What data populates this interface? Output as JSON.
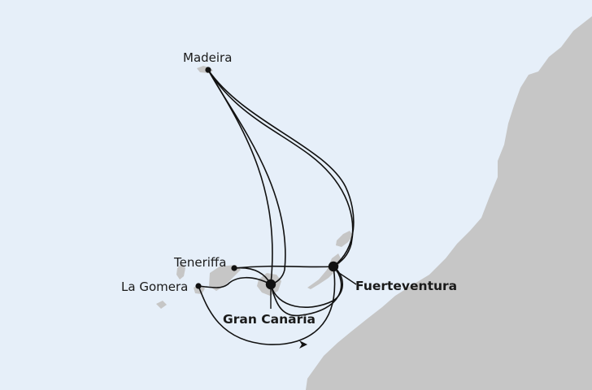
{
  "colors": {
    "sea": "#e6eff9",
    "land": "#c6c6c6",
    "route": "#111111",
    "port": "#111111",
    "label": "#1a1a1a"
  },
  "map": {
    "ports": [
      {
        "id": "madeira",
        "name": "Madeira",
        "type": "minor"
      },
      {
        "id": "teneriffa",
        "name": "Teneriffa",
        "type": "minor"
      },
      {
        "id": "la-gomera",
        "name": "La Gomera",
        "type": "minor"
      },
      {
        "id": "gran-canaria",
        "name": "Gran Canaria",
        "type": "major"
      },
      {
        "id": "fuerteventura",
        "name": "Fuerteventura",
        "type": "major"
      }
    ],
    "landmasses": [
      "africa-mainland",
      "madeira-island",
      "tenerife-island",
      "la-gomera-island",
      "gran-canaria-island",
      "fuerteventura-island",
      "lanzarote-island",
      "la-palma-island",
      "el-hierro-island"
    ]
  }
}
